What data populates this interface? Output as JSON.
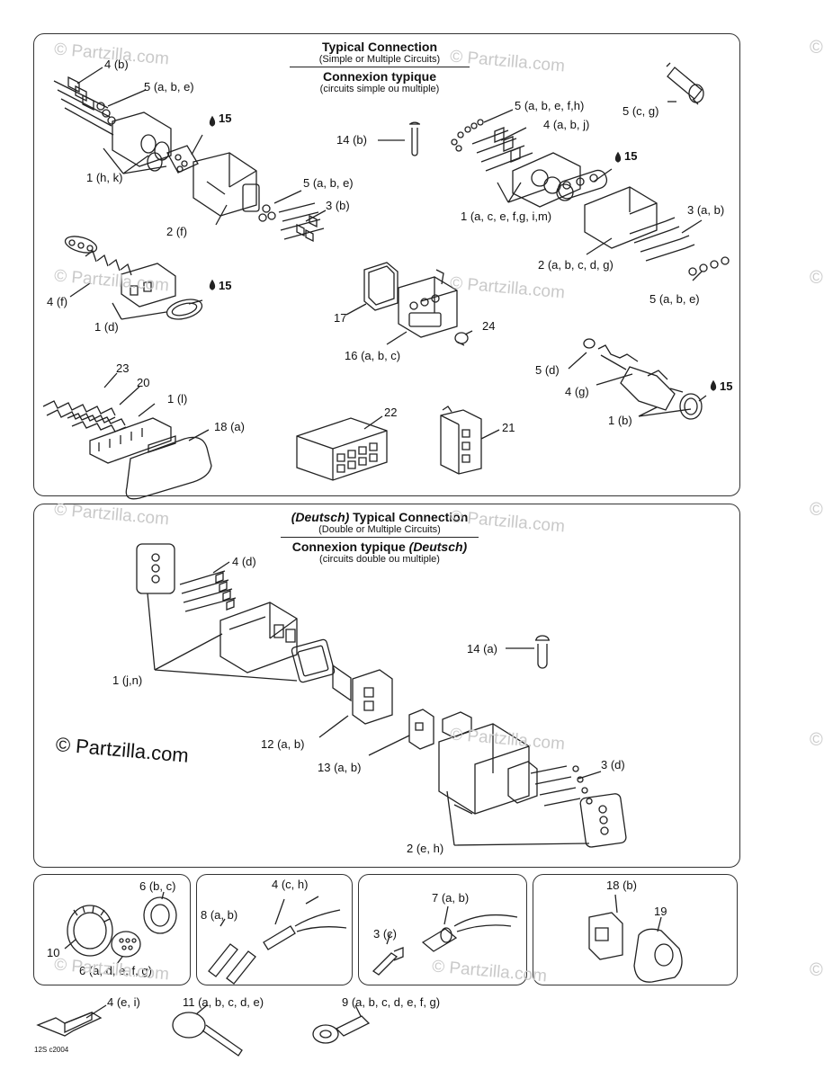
{
  "panels": {
    "top": {
      "title_en": "Typical Connection",
      "subtitle_en": "(Simple or Multiple Circuits)",
      "title_fr": "Connexion typique",
      "subtitle_fr": "(circuits simple ou multiple)"
    },
    "deutsch": {
      "title_en_prefix": "(Deutsch)",
      "title_en": " Typical Connection",
      "subtitle_en": "(Double or Multiple Circuits)",
      "title_fr": "Connexion typique ",
      "title_fr_suffix": "(Deutsch)",
      "subtitle_fr": "(circuits double ou multiple)"
    }
  },
  "labels": {
    "p4b": "4 (b)",
    "p5abe_1": "5 (a, b, e)",
    "p15_1": "15",
    "p1hk": "1 (h, k)",
    "p2f": "2 (f)",
    "p5abe_2": "5 (a, b, e)",
    "p3b": "3 (b)",
    "p14b": "14 (b)",
    "p5abefh": "5 (a, b, e, f,h)",
    "p4abj": "4 (a, b, j)",
    "p5cg": "5 (c, g)",
    "p15_2": "15",
    "p1acefgim": "1 (a, c, e, f,g, i,m)",
    "p3ab": "3 (a, b)",
    "p2abcdg": "2 (a, b, c, d, g)",
    "p5abe_3": "5 (a, b, e)",
    "p4f": "4 (f)",
    "p1d": "1 (d)",
    "p15_3": "15",
    "p17": "17",
    "p16abc": "16 (a, b, c)",
    "p24": "24",
    "p5d": "5 (d)",
    "p4g": "4 (g)",
    "p1b": "1 (b)",
    "p15_4": "15",
    "p23": "23",
    "p20": "20",
    "p1l": "1 (l)",
    "p18a": "18 (a)",
    "p22": "22",
    "p21": "21",
    "p4d": "4 (d)",
    "p1jn": "1 (j,n)",
    "p14a": "14 (a)",
    "p12ab": "12 (a, b)",
    "p13ab": "13 (a, b)",
    "p3d": "3 (d)",
    "p2eh": "2 (e, h)",
    "p6bc": "6 (b, c)",
    "p10": "10",
    "p6adefg": "6 (a, d, e, f, g)",
    "p4ch": "4 (c, h)",
    "p8ab": "8 (a, b)",
    "p7ab": "7 (a, b)",
    "p3c": "3 (c)",
    "p18b": "18 (b)",
    "p19": "19",
    "p4ei": "4 (e, i)",
    "p11abcde": "11 (a, b, c, d, e)",
    "p9abcdefg": "9 (a, b, c, d, e, f, g)"
  },
  "watermark": {
    "text": "Partzilla.com",
    "symbol": "©",
    "brand_text": "© Partzilla.com"
  },
  "diagram_code": "12S c2004"
}
